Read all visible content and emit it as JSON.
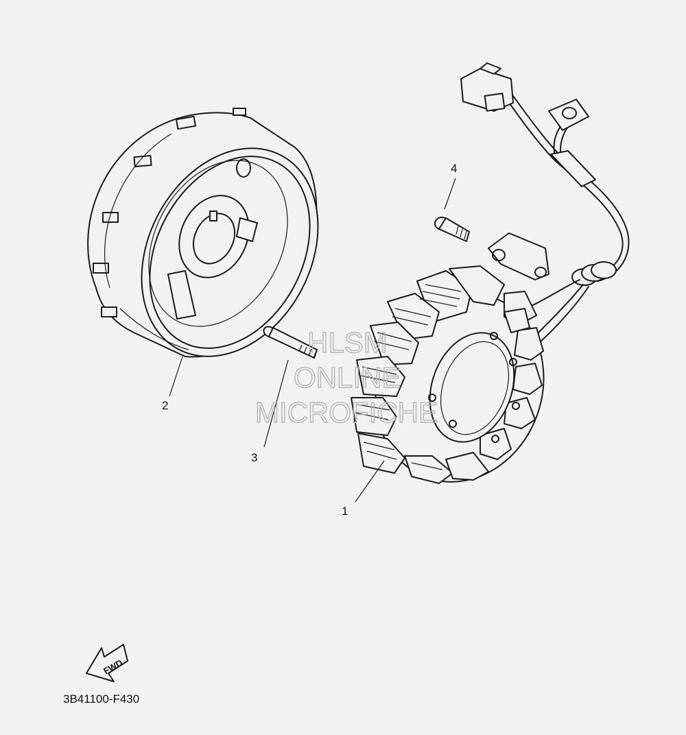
{
  "labels": {
    "part_1": "1",
    "part_2": "2",
    "part_3": "3",
    "part_4": "4"
  },
  "direction_marker": "FWD",
  "diagram_code": "3B41100-F430",
  "watermark": [
    "HLSM",
    "ONLINE",
    "MICROFICHE"
  ],
  "colors": {
    "background": "#f2f2f2",
    "line": "#1a1a1a",
    "watermark": "#b5b5b5"
  }
}
